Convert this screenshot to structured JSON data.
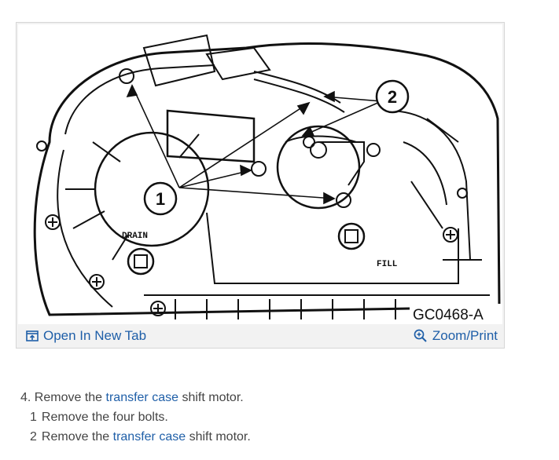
{
  "figure": {
    "callouts": [
      "1",
      "2"
    ],
    "labels": {
      "drain": "DRAIN",
      "fill": "FILL",
      "code": "GC0468-A"
    },
    "open_tab_label": "Open In New Tab",
    "zoom_label": "Zoom/Print"
  },
  "instructions": {
    "step": {
      "number": "4.",
      "prefix": "Remove the",
      "link": "transfer case",
      "suffix": "shift motor."
    },
    "substeps": [
      {
        "number": "1",
        "text": "Remove the four bolts."
      },
      {
        "number": "2",
        "prefix": "Remove the",
        "link": "transfer case",
        "suffix": "shift motor."
      }
    ]
  },
  "colors": {
    "link": "#1f5fa8",
    "text": "#444444",
    "frame_border": "#d6d6d6",
    "bar_bg": "#f2f2f2"
  }
}
